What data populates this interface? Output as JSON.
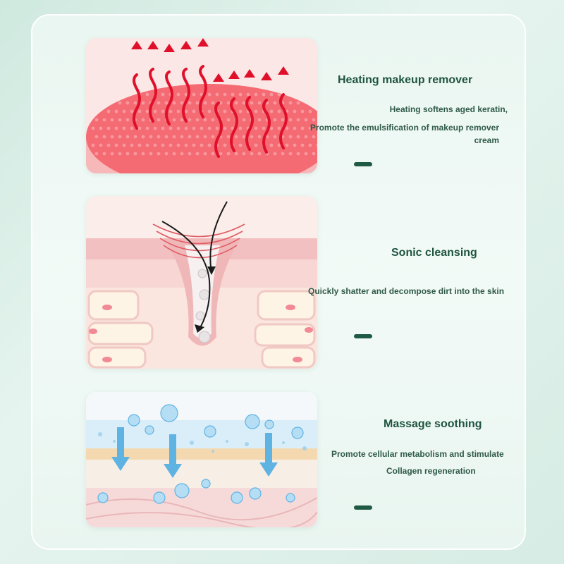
{
  "features": [
    {
      "title": "Heating makeup remover",
      "lines": [
        "Heating softens aged keratin,",
        "Promote the emulsification of makeup remover",
        "cream"
      ]
    },
    {
      "title": "Sonic cleansing",
      "lines": [
        "Quickly shatter and decompose dirt into the skin"
      ]
    },
    {
      "title": "Massage soothing",
      "lines": [
        "Promote cellular metabolism and stimulate",
        "Collagen regeneration"
      ]
    }
  ],
  "colors": {
    "accent": "#1e5a44",
    "brush": "#f46b73",
    "heat_arrow": "#e0102a",
    "skin": "#f3c7c8",
    "water": "#5fb3e3"
  },
  "icons": [
    "heat-arrow-icon",
    "sonic-wave-icon",
    "water-droplet-icon",
    "down-arrow-icon"
  ]
}
